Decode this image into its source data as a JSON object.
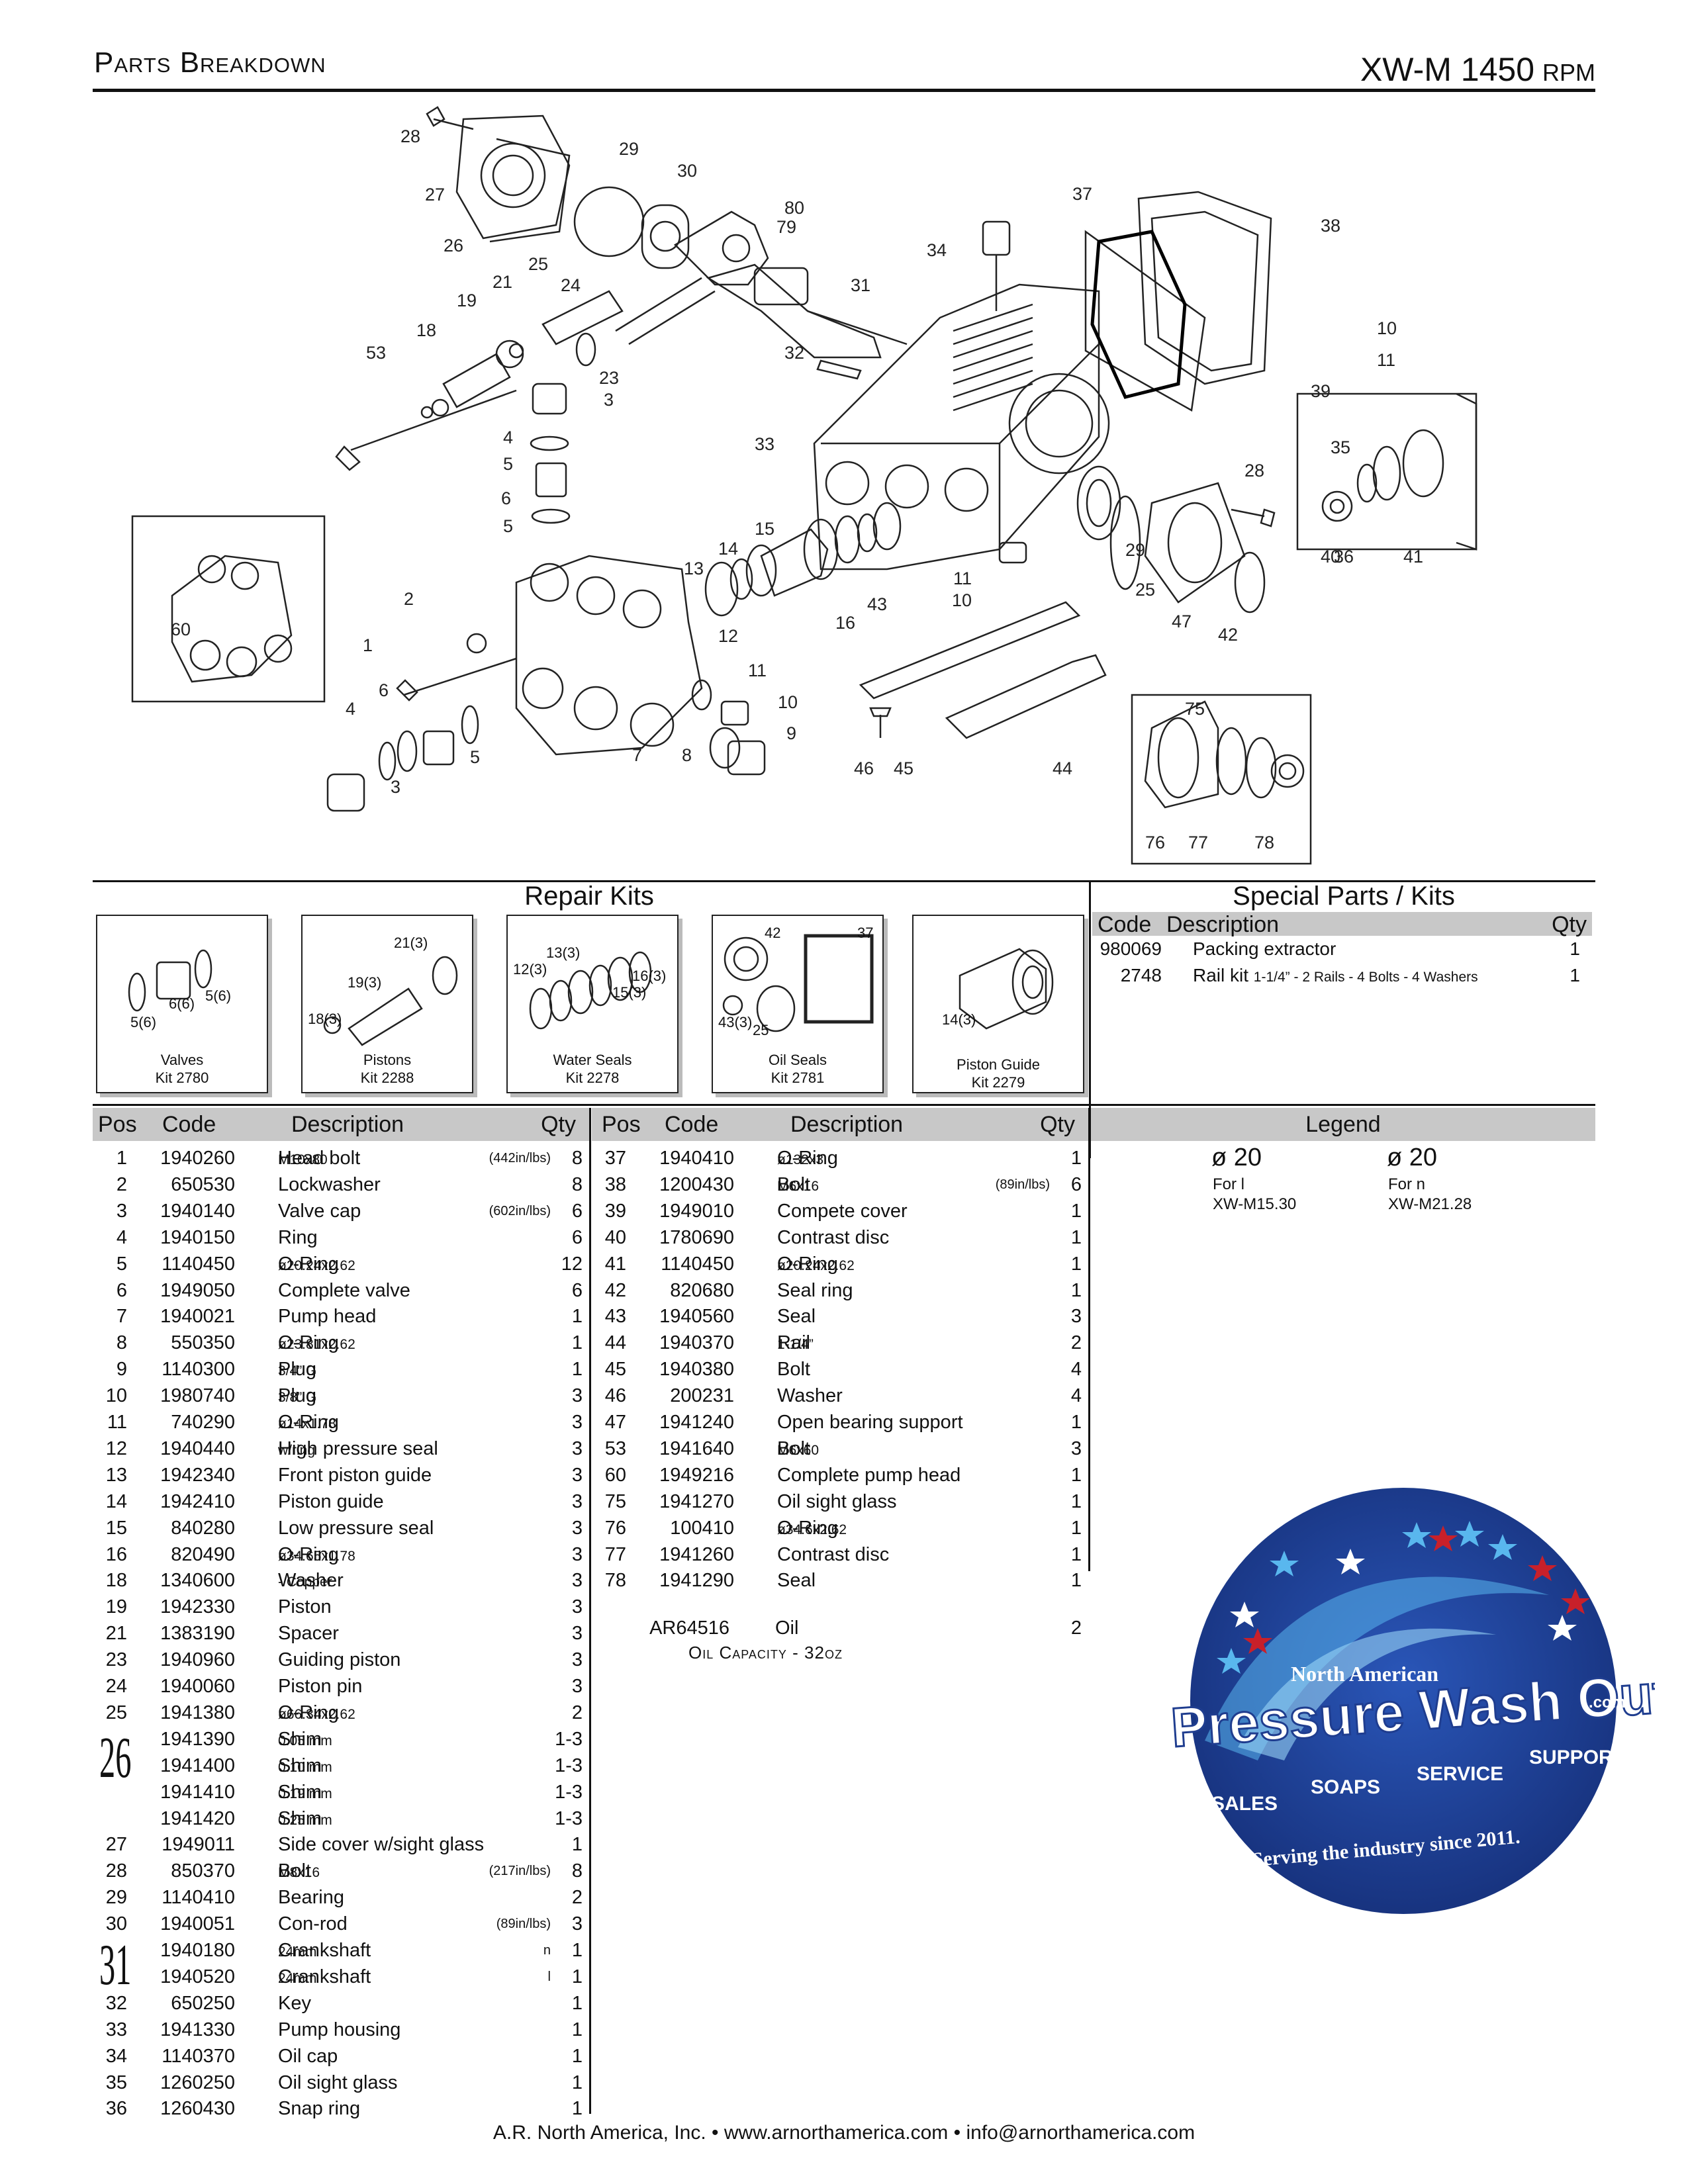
{
  "header": {
    "title": "Parts Breakdown",
    "model": "XW-M 1450",
    "rpm": "RPM"
  },
  "diagram_callouts": [
    "28",
    "27",
    "26",
    "25",
    "24",
    "29",
    "30",
    "80",
    "79",
    "21",
    "19",
    "18",
    "53",
    "23",
    "3",
    "4",
    "5",
    "6",
    "5",
    "37",
    "38",
    "34",
    "31",
    "32",
    "10",
    "11",
    "39",
    "35",
    "40",
    "41",
    "36",
    "33",
    "28",
    "29",
    "25",
    "47",
    "42",
    "15",
    "14",
    "13",
    "16",
    "43",
    "11",
    "10",
    "12",
    "11",
    "10",
    "9",
    "8",
    "7",
    "5",
    "6",
    "4",
    "3",
    "2",
    "1",
    "60",
    "46",
    "45",
    "44",
    "75",
    "76",
    "77",
    "78"
  ],
  "repair_kits": {
    "title": "Repair Kits",
    "kits": [
      {
        "name": "Valves",
        "kit": "Kit 2780",
        "callouts": [
          "5(6)",
          "6(6)",
          "5(6)"
        ]
      },
      {
        "name": "Pistons",
        "kit": "Kit 2288",
        "callouts": [
          "21(3)",
          "19(3)",
          "18(3)"
        ]
      },
      {
        "name": "Water Seals",
        "kit": "Kit 2278",
        "callouts": [
          "13(3)",
          "12(3)",
          "16(3)",
          "15(3)"
        ]
      },
      {
        "name": "Oil Seals",
        "kit": "Kit 2781",
        "callouts": [
          "42",
          "37",
          "43(3)",
          "25"
        ]
      },
      {
        "name": "Piston Guide",
        "kit": "Kit 2279",
        "callouts": [
          "14(3)"
        ]
      }
    ]
  },
  "special": {
    "title": "Special Parts / Kits",
    "headers": {
      "code": "Code",
      "desc": "Description",
      "qty": "Qty"
    },
    "rows": [
      {
        "code": "980069",
        "desc": "Packing extractor",
        "note": "",
        "qty": "1"
      },
      {
        "code": "2748",
        "desc": "Rail kit",
        "note": "1-1/4” - 2 Rails - 4 Bolts - 4 Washers",
        "qty": "1"
      }
    ]
  },
  "parts_headers": {
    "pos": "Pos",
    "code": "Code",
    "desc": "Description",
    "qty": "Qty"
  },
  "parts_left": [
    {
      "pos": "1",
      "code": "1940260",
      "desc": "Head bolt",
      "spec": "M10x80",
      "torque": "(442in/lbs)",
      "qty": "8"
    },
    {
      "pos": "2",
      "code": "650530",
      "desc": "Lockwasher",
      "spec": "",
      "torque": "",
      "qty": "8"
    },
    {
      "pos": "3",
      "code": "1940140",
      "desc": "Valve cap",
      "spec": "",
      "torque": "(602in/lbs)",
      "qty": "6"
    },
    {
      "pos": "4",
      "code": "1940150",
      "desc": "Ring",
      "spec": "",
      "torque": "",
      "qty": "6"
    },
    {
      "pos": "5",
      "code": "1140450",
      "desc": "O-Ring",
      "spec": "ø20.24x2.62",
      "torque": "",
      "qty": "12"
    },
    {
      "pos": "6",
      "code": "1949050",
      "desc": "Complete valve",
      "spec": "",
      "torque": "",
      "qty": "6"
    },
    {
      "pos": "7",
      "code": "1940021",
      "desc": "Pump head",
      "spec": "",
      "torque": "",
      "qty": "1"
    },
    {
      "pos": "8",
      "code": "550350",
      "desc": "O-Ring",
      "spec": "ø23.81x2.62",
      "torque": "",
      "qty": "1"
    },
    {
      "pos": "9",
      "code": "1140300",
      "desc": "Plug",
      "spec": "3/4” G",
      "torque": "",
      "qty": "1"
    },
    {
      "pos": "10",
      "code": "1980740",
      "desc": "Plug",
      "spec": "3/8” G",
      "torque": "",
      "qty": "3"
    },
    {
      "pos": "11",
      "code": "740290",
      "desc": "O-Ring",
      "spec": "ø14x1.78",
      "torque": "",
      "qty": "3"
    },
    {
      "pos": "12",
      "code": "1940440",
      "desc": "High pressure seal",
      "spec": "w/ring",
      "torque": "",
      "qty": "3"
    },
    {
      "pos": "13",
      "code": "1942340",
      "desc": "Front piston guide",
      "spec": "",
      "torque": "",
      "qty": "3"
    },
    {
      "pos": "14",
      "code": "1942410",
      "desc": "Piston guide",
      "spec": "",
      "torque": "",
      "qty": "3"
    },
    {
      "pos": "15",
      "code": "840280",
      "desc": "Low pressure seal",
      "spec": "",
      "torque": "",
      "qty": "3"
    },
    {
      "pos": "16",
      "code": "820490",
      "desc": "O-Ring",
      "spec": "ø34.65x1.78",
      "torque": "",
      "qty": "3"
    },
    {
      "pos": "18",
      "code": "1340600",
      "desc": "Washer",
      "spec": "- Copper",
      "torque": "",
      "qty": "3"
    },
    {
      "pos": "19",
      "code": "1942330",
      "desc": "Piston",
      "spec": "",
      "torque": "",
      "qty": "3"
    },
    {
      "pos": "21",
      "code": "1383190",
      "desc": "Spacer",
      "spec": "",
      "torque": "",
      "qty": "3"
    },
    {
      "pos": "23",
      "code": "1940960",
      "desc": "Guiding piston",
      "spec": "",
      "torque": "",
      "qty": "3"
    },
    {
      "pos": "24",
      "code": "1940060",
      "desc": "Piston pin",
      "spec": "",
      "torque": "",
      "qty": "3"
    },
    {
      "pos": "25",
      "code": "1941380",
      "desc": "O-Ring",
      "spec": "ø66.34x2.62",
      "torque": "",
      "qty": "2"
    },
    {
      "pos": "",
      "code": "1941390",
      "desc": "Shim",
      "spec": "0.05 mm",
      "torque": "",
      "qty": "1-3"
    },
    {
      "pos": "",
      "code": "1941400",
      "desc": "Shim",
      "spec": "0.10 mm",
      "torque": "",
      "qty": "1-3"
    },
    {
      "pos": "",
      "code": "1941410",
      "desc": "Shim",
      "spec": "0.19 mm",
      "torque": "",
      "qty": "1-3"
    },
    {
      "pos": "",
      "code": "1941420",
      "desc": "Shim",
      "spec": "0.25 mm",
      "torque": "",
      "qty": "1-3"
    },
    {
      "pos": "27",
      "code": "1949011",
      "desc": "Side cover w/sight glass",
      "spec": "",
      "torque": "",
      "qty": "1"
    },
    {
      "pos": "28",
      "code": "850370",
      "desc": "Bolt",
      "spec": "M8x16",
      "torque": "(217in/lbs)",
      "qty": "8"
    },
    {
      "pos": "29",
      "code": "1140410",
      "desc": "Bearing",
      "spec": "",
      "torque": "",
      "qty": "2"
    },
    {
      "pos": "30",
      "code": "1940051",
      "desc": "Con-rod",
      "spec": "",
      "torque": "(89in/lbs)",
      "qty": "3"
    },
    {
      "pos": "",
      "code": "1940180",
      "desc": "Crankshaft",
      "spec": "24mm",
      "torque": "n",
      "qty": "1"
    },
    {
      "pos": "",
      "code": "1940520",
      "desc": "Crankshaft",
      "spec": "24mm",
      "torque": "l",
      "qty": "1"
    },
    {
      "pos": "32",
      "code": "650250",
      "desc": "Key",
      "spec": "",
      "torque": "",
      "qty": "1"
    },
    {
      "pos": "33",
      "code": "1941330",
      "desc": "Pump housing",
      "spec": "",
      "torque": "",
      "qty": "1"
    },
    {
      "pos": "34",
      "code": "1140370",
      "desc": "Oil cap",
      "spec": "",
      "torque": "",
      "qty": "1"
    },
    {
      "pos": "35",
      "code": "1260250",
      "desc": "Oil sight glass",
      "spec": "",
      "torque": "",
      "qty": "1"
    },
    {
      "pos": "36",
      "code": "1260430",
      "desc": "Snap ring",
      "spec": "",
      "torque": "",
      "qty": "1"
    }
  ],
  "group_labels": {
    "shim": "26",
    "crank": "31"
  },
  "parts_right": [
    {
      "pos": "37",
      "code": "1940410",
      "desc": "O-Ring",
      "spec": "ø132x3",
      "torque": "",
      "qty": "1"
    },
    {
      "pos": "38",
      "code": "1200430",
      "desc": "Bolt",
      "spec": "M6x16",
      "torque": "(89in/lbs)",
      "qty": "6"
    },
    {
      "pos": "39",
      "code": "1949010",
      "desc": "Compete cover",
      "spec": "",
      "torque": "",
      "qty": "1"
    },
    {
      "pos": "40",
      "code": "1780690",
      "desc": "Contrast disc",
      "spec": "",
      "torque": "",
      "qty": "1"
    },
    {
      "pos": "41",
      "code": "1140450",
      "desc": "O-Ring",
      "spec": "ø20.24x2.62",
      "torque": "",
      "qty": "1"
    },
    {
      "pos": "42",
      "code": "820680",
      "desc": "Seal ring",
      "spec": "",
      "torque": "",
      "qty": "1"
    },
    {
      "pos": "43",
      "code": "1940560",
      "desc": "Seal",
      "spec": "",
      "torque": "",
      "qty": "3"
    },
    {
      "pos": "44",
      "code": "1940370",
      "desc": "Rail",
      "spec": "1-1/4”",
      "torque": "",
      "qty": "2"
    },
    {
      "pos": "45",
      "code": "1940380",
      "desc": "Bolt",
      "spec": "",
      "torque": "",
      "qty": "4"
    },
    {
      "pos": "46",
      "code": "200231",
      "desc": "Washer",
      "spec": "",
      "torque": "",
      "qty": "4"
    },
    {
      "pos": "47",
      "code": "1941240",
      "desc": "Open bearing support",
      "spec": "",
      "torque": "",
      "qty": "1"
    },
    {
      "pos": "53",
      "code": "1941640",
      "desc": "Bolt",
      "spec": "M6x60",
      "torque": "",
      "qty": "3"
    },
    {
      "pos": "60",
      "code": "1949216",
      "desc": "Complete pump head",
      "spec": "",
      "torque": "",
      "qty": "1"
    },
    {
      "pos": "75",
      "code": "1941270",
      "desc": "Oil sight glass",
      "spec": "",
      "torque": "",
      "qty": "1"
    },
    {
      "pos": "76",
      "code": "100410",
      "desc": "O-Ring",
      "spec": "ø34.6x2.62",
      "torque": "",
      "qty": "1"
    },
    {
      "pos": "77",
      "code": "1941260",
      "desc": "Contrast disc",
      "spec": "",
      "torque": "",
      "qty": "1"
    },
    {
      "pos": "78",
      "code": "1941290",
      "desc": "Seal",
      "spec": "",
      "torque": "",
      "qty": "1"
    }
  ],
  "oil": {
    "code": "AR64516",
    "desc": "Oil",
    "qty": "2",
    "capacity": "Oil Capacity - 32oz"
  },
  "legend": {
    "title": "Legend",
    "items": [
      {
        "symbol": "ø 20",
        "for": "For l",
        "model": "XW-M15.30"
      },
      {
        "symbol": "ø 20",
        "for": "For n",
        "model": "XW-M21.28"
      }
    ]
  },
  "logo": {
    "top": "North American",
    "main": "Pressure Wash Outlet",
    "com": ".com",
    "words": [
      "SALES",
      "SOAPS",
      "SERVICE",
      "SUPPORT"
    ],
    "tagline": "Serving the industry  since 2011."
  },
  "footer": "A.R. North America, Inc. • www.arnorthamerica.com • info@arnorthamerica.com",
  "colors": {
    "logo_blue": "#1f3d8f",
    "logo_light": "#59b7ee",
    "logo_red": "#c8202a",
    "header_gray": "#c8c8c8"
  }
}
